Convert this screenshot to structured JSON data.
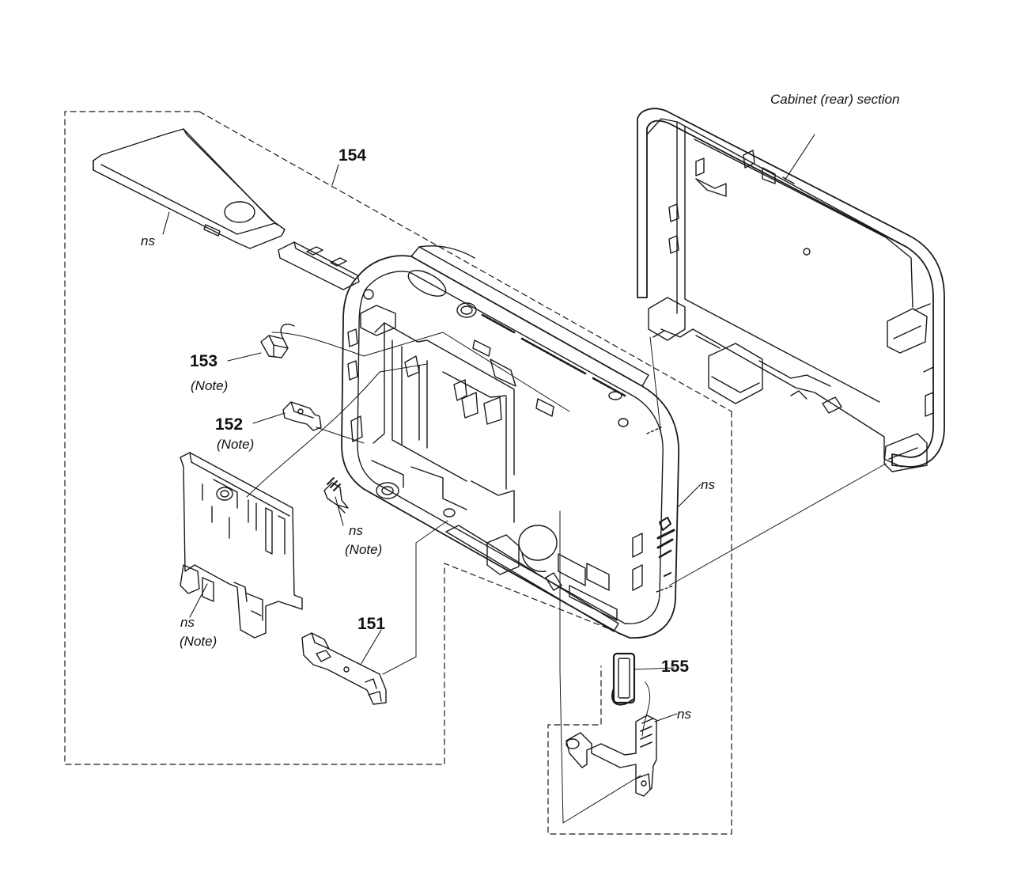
{
  "diagram": {
    "section_label": "Cabinet (rear) section",
    "callouts": {
      "p151": "151",
      "p152": "152",
      "p153": "153",
      "p154": "154",
      "p155": "155"
    },
    "ns": "ns",
    "note": "(Note)"
  },
  "colors": {
    "line": "#1a1a1a",
    "background": "#ffffff"
  }
}
